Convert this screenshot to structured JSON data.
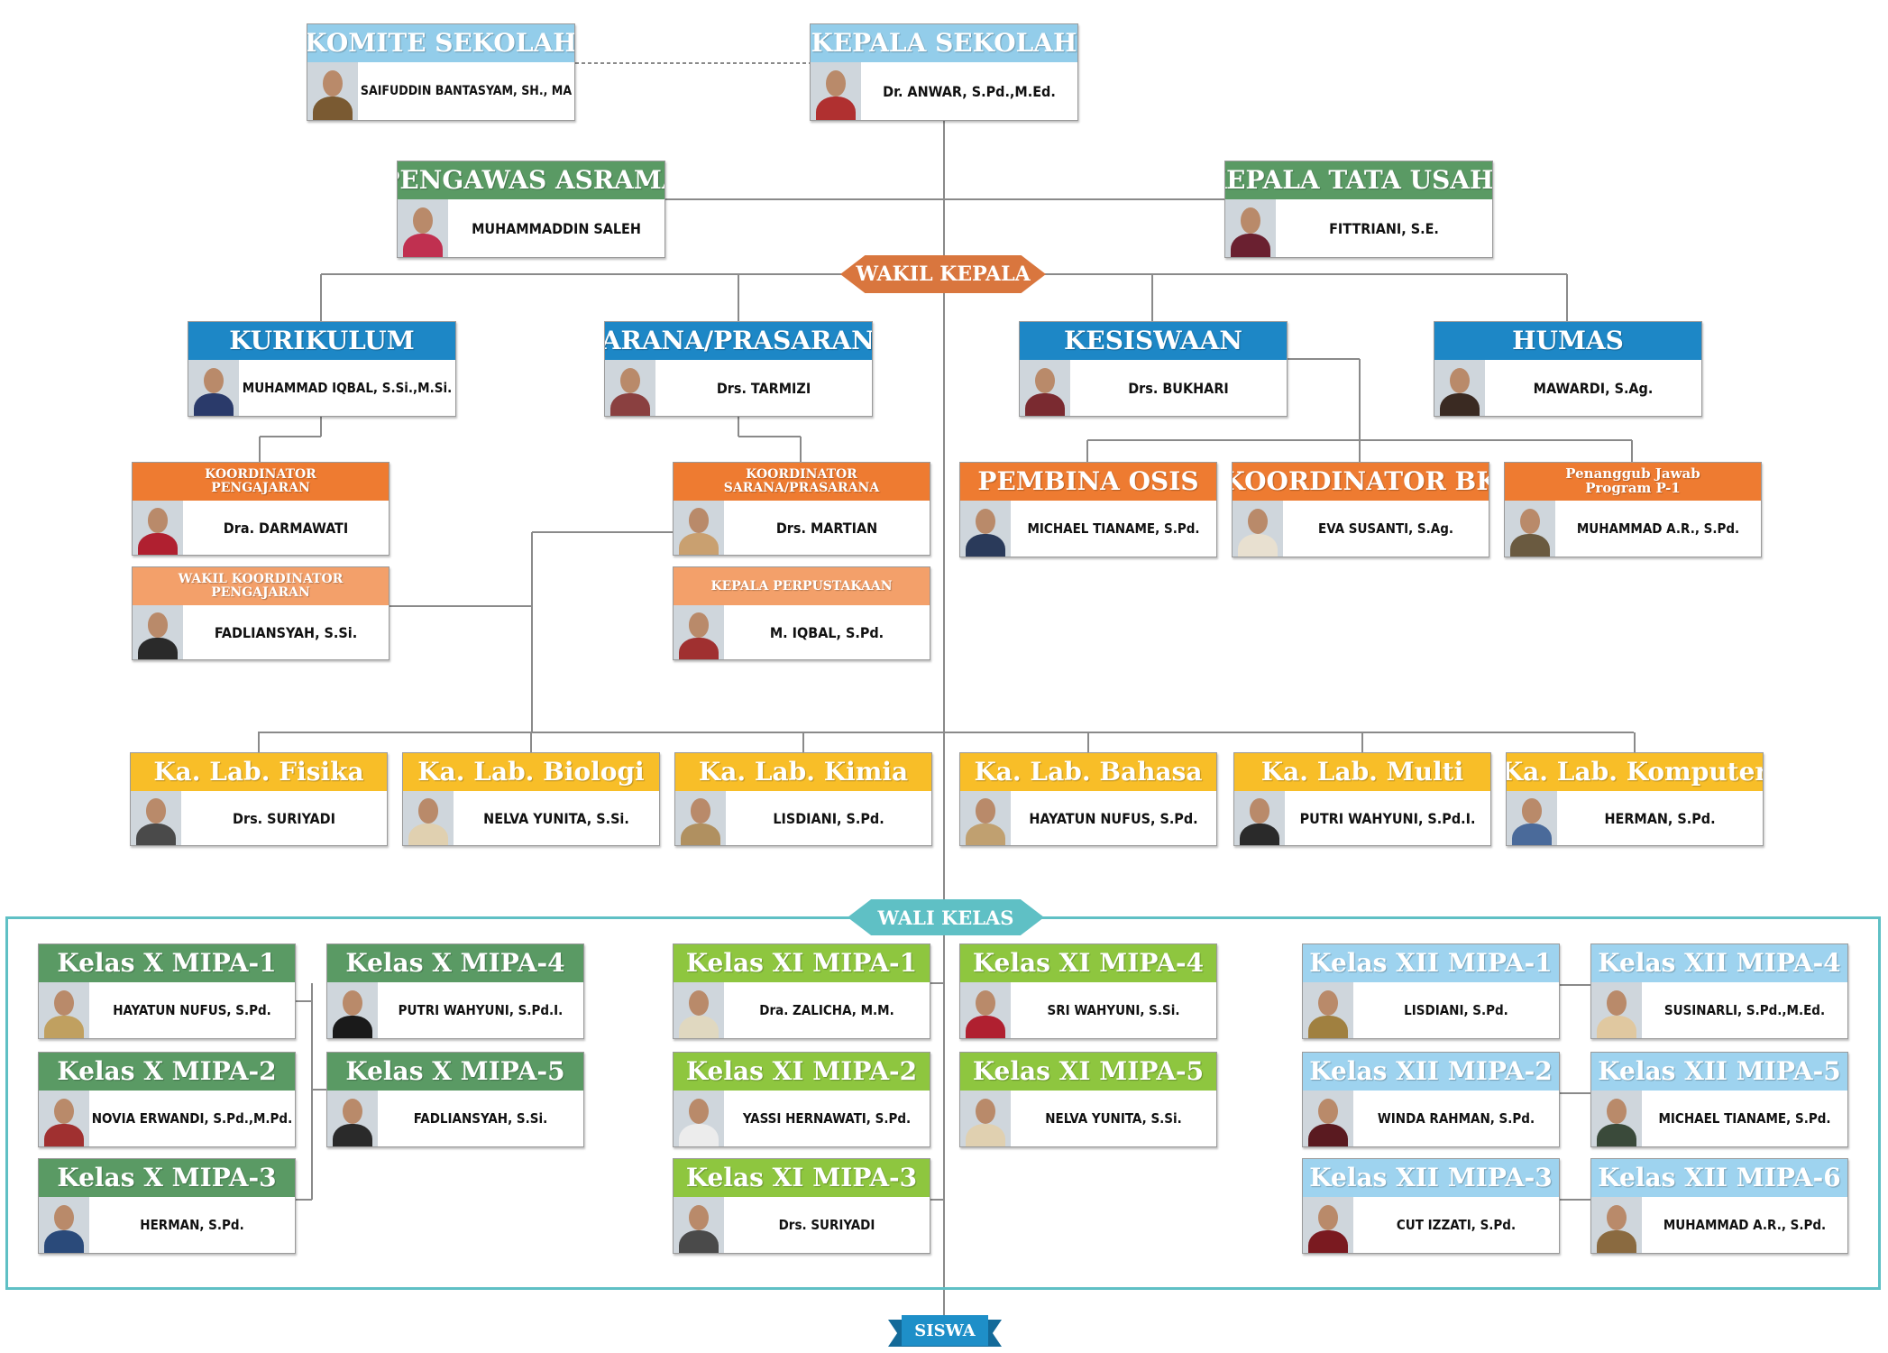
{
  "colors": {
    "lightblue": "#93cdea",
    "blue": "#1d87c6",
    "green": "#5a9a64",
    "orange": "#ee7b31",
    "lightorange": "#f3a06a",
    "yellow": "#f8be28",
    "lime": "#8ec63f",
    "skyblue": "#9ed3ef",
    "wakil": "#d9763e",
    "walikelas": "#5fc0c5",
    "siswa": "#1e8fc8",
    "line": "#8a8a8a"
  },
  "top": {
    "komite": {
      "title": "KOMITE SEKOLAH",
      "name": "SAIFUDDIN BANTASYAM, SH., MA"
    },
    "kepala": {
      "title": "KEPALA SEKOLAH",
      "name": "Dr. ANWAR, S.Pd.,M.Ed."
    },
    "asrama": {
      "title": "PENGAWAS ASRAMA",
      "name": "MUHAMMADDIN SALEH"
    },
    "tatausaha": {
      "title": "KEPALA TATA USAHA",
      "name": "FITTRIANI, S.E."
    }
  },
  "labels": {
    "wakil": "WAKIL KEPALA",
    "walikelas": "WALI KELAS",
    "siswa": "SISWA"
  },
  "wakil": {
    "kurikulum": {
      "title": "KURIKULUM",
      "name": "MUHAMMAD IQBAL, S.Si.,M.Si."
    },
    "sarana": {
      "title": "SARANA/PRASARANA",
      "name": "Drs. TARMIZI"
    },
    "kesiswaan": {
      "title": "KESISWAAN",
      "name": "Drs. BUKHARI"
    },
    "humas": {
      "title": "HUMAS",
      "name": "MAWARDI, S.Ag."
    }
  },
  "sub": {
    "koordPengajaran": {
      "title1": "KOORDINATOR",
      "title2": "PENGAJARAN",
      "name": "Dra. DARMAWATI"
    },
    "wakilKoord": {
      "title1": "WAKIL KOORDINATOR",
      "title2": "PENGAJARAN",
      "name": "FADLIANSYAH, S.Si."
    },
    "koordSarana": {
      "title1": "KOORDINATOR",
      "title2": "SARANA/PRASARANA",
      "name": "Drs. MARTIAN"
    },
    "perpustakaan": {
      "title": "KEPALA PERPUSTAKAAN",
      "name": "M. IQBAL, S.Pd."
    },
    "osis": {
      "title": "PEMBINA OSIS",
      "name": "MICHAEL TIANAME, S.Pd."
    },
    "bk": {
      "title": "KOORDINATOR BK",
      "name": "EVA SUSANTI, S.Ag."
    },
    "p1": {
      "title1": "Penanggub Jawab",
      "title2": "Program P-1",
      "name": "MUHAMMAD A.R., S.Pd."
    }
  },
  "labs": [
    {
      "title": "Ka. Lab. Fisika",
      "name": "Drs. SURIYADI"
    },
    {
      "title": "Ka. Lab. Biologi",
      "name": "NELVA YUNITA, S.Si."
    },
    {
      "title": "Ka. Lab. Kimia",
      "name": "LISDIANI, S.Pd."
    },
    {
      "title": "Ka. Lab. Bahasa",
      "name": "HAYATUN NUFUS, S.Pd."
    },
    {
      "title": "Ka. Lab. Multi",
      "name": "PUTRI WAHYUNI, S.Pd.I."
    },
    {
      "title": "Ka. Lab. Komputer",
      "name": "HERMAN, S.Pd."
    }
  ],
  "kelas": {
    "x": [
      {
        "title": "Kelas X MIPA-1",
        "name": "HAYATUN NUFUS, S.Pd."
      },
      {
        "title": "Kelas X MIPA-2",
        "name": "NOVIA ERWANDI, S.Pd.,M.Pd."
      },
      {
        "title": "Kelas X MIPA-3",
        "name": "HERMAN, S.Pd."
      },
      {
        "title": "Kelas X MIPA-4",
        "name": "PUTRI WAHYUNI, S.Pd.I."
      },
      {
        "title": "Kelas X MIPA-5",
        "name": "FADLIANSYAH, S.Si."
      }
    ],
    "xi": [
      {
        "title": "Kelas XI MIPA-1",
        "name": "Dra. ZALICHA, M.M."
      },
      {
        "title": "Kelas XI MIPA-2",
        "name": "YASSI HERNAWATI, S.Pd."
      },
      {
        "title": "Kelas XI MIPA-3",
        "name": "Drs. SURIYADI"
      },
      {
        "title": "Kelas XI MIPA-4",
        "name": "SRI WAHYUNI, S.Si."
      },
      {
        "title": "Kelas XI MIPA-5",
        "name": "NELVA YUNITA, S.Si."
      }
    ],
    "xii": [
      {
        "title": "Kelas XII MIPA-1",
        "name": "LISDIANI, S.Pd."
      },
      {
        "title": "Kelas XII MIPA-2",
        "name": "WINDA RAHMAN, S.Pd."
      },
      {
        "title": "Kelas XII MIPA-3",
        "name": "CUT IZZATI, S.Pd."
      },
      {
        "title": "Kelas XII MIPA-4",
        "name": "SUSINARLI, S.Pd.,M.Ed."
      },
      {
        "title": "Kelas XII MIPA-5",
        "name": "MICHAEL TIANAME, S.Pd."
      },
      {
        "title": "Kelas XII MIPA-6",
        "name": "MUHAMMAD A.R., S.Pd."
      }
    ]
  }
}
